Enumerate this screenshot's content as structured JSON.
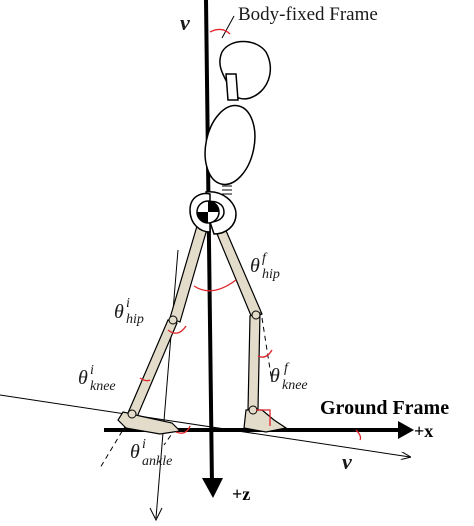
{
  "labels": {
    "body_frame": "Body-fixed Frame",
    "ground_frame": "Ground Frame",
    "v_top": "v",
    "v_bottom": "v",
    "plus_x": "+x",
    "plus_z": "+z",
    "theta": "θ",
    "hip_f_sup": "f",
    "hip_f_sub": "hip",
    "hip_i_sup": "i",
    "hip_i_sub": "hip",
    "knee_i_sup": "i",
    "knee_i_sub": "knee",
    "knee_f_sup": "f",
    "knee_f_sub": "knee",
    "ankle_i_sup": "i",
    "ankle_i_sub": "ankle"
  },
  "colors": {
    "stroke": "#000000",
    "angle_arc": "#e0262b",
    "bone_fill": "#e3dccb",
    "body_fill": "#ffffff"
  }
}
